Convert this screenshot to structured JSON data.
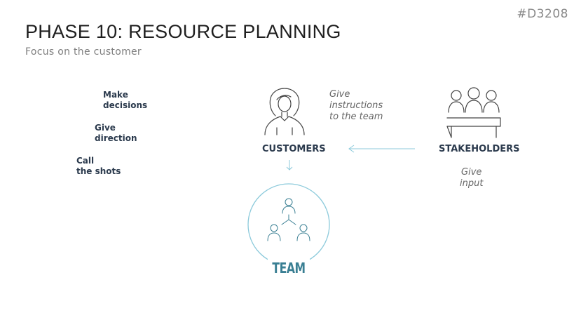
{
  "slide_id": "#D3208",
  "title": "PHASE 10: RESOURCE PLANNING",
  "subtitle": "Focus on the customer",
  "roles": [
    {
      "text": "Make\ndecisions"
    },
    {
      "text": "Give\ndirection"
    },
    {
      "text": "Call\nthe shots"
    }
  ],
  "customers": {
    "label": "CUSTOMERS",
    "note": "Give\ninstructions\nto the team",
    "icon": "woman-person-icon"
  },
  "stakeholders": {
    "label": "STAKEHOLDERS",
    "note": "Give\ninput",
    "icon": "group-at-desk-icon"
  },
  "team": {
    "label": "TEAM",
    "icon": "team-hierarchy-icon"
  },
  "colors": {
    "accent": "#3a7f93",
    "arrow": "#8ccadb",
    "icon_stroke": "#444444",
    "text_dark": "#2b3a4d"
  }
}
